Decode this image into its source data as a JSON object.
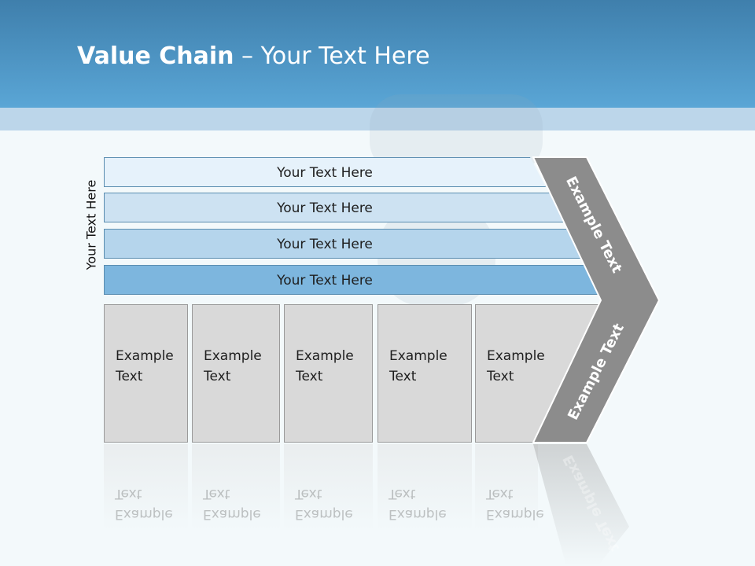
{
  "title": {
    "bold": "Value Chain",
    "rest": " – Your Text Here"
  },
  "side_label": "Your Text Here",
  "bars": [
    {
      "label": "Your Text Here",
      "color": "#e6f2fb"
    },
    {
      "label": "Your Text Here",
      "color": "#cde2f2"
    },
    {
      "label": "Your Text Here",
      "color": "#b5d5ec"
    },
    {
      "label": "Your Text Here",
      "color": "#7db6de"
    }
  ],
  "cards": [
    {
      "line1": "Example",
      "line2": "Text"
    },
    {
      "line1": "Example",
      "line2": "Text"
    },
    {
      "line1": "Example",
      "line2": "Text"
    },
    {
      "line1": "Example",
      "line2": "Text"
    },
    {
      "line1": "Example",
      "line2": "Text"
    }
  ],
  "chevron": {
    "top_label": "Example Text",
    "bottom_label": "Example Text",
    "color": "#8c8c8c"
  },
  "colors": {
    "header": "#4a92c4",
    "card": "#d9d9d9"
  }
}
